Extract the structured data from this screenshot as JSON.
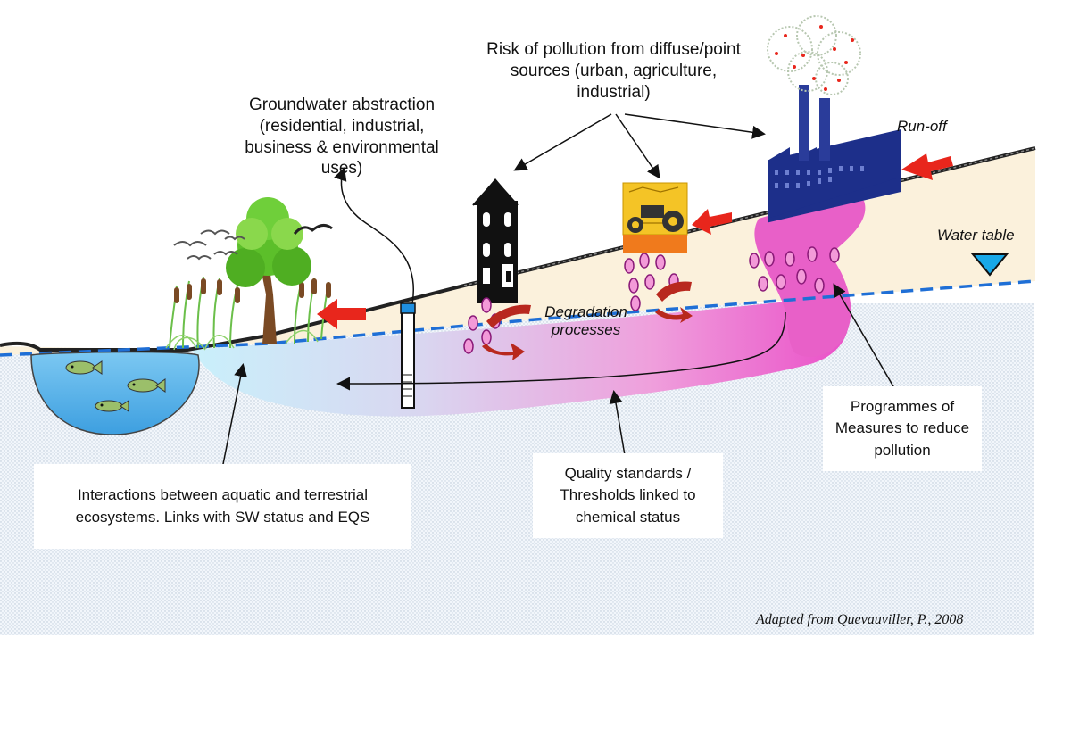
{
  "labels": {
    "risk_title": "Risk of pollution from diffuse/point sources (urban, agriculture, industrial)",
    "groundwater_abstraction": "Groundwater abstraction (residential, industrial, business & environmental uses)",
    "run_off": "Run-off",
    "water_table": "Water table",
    "degradation": "Degradation processes",
    "interactions_box": "Interactions between aquatic and terrestrial ecosystems. Links with SW status and EQS",
    "quality_box": "Quality standards / Thresholds linked to chemical status",
    "programmes_box": "Programmes of Measures to reduce pollution",
    "credit": "Adapted from Quevauviller, P., 2008"
  },
  "icons": {
    "birds": "birds-icon",
    "tree": "tree-icon",
    "reeds": "reeds-icon",
    "house": "house-icon",
    "tractor": "tractor-icon",
    "factory": "factory-icon",
    "well": "well-icon",
    "fish": "fish-icon",
    "water_table_marker": "water-table-triangle-icon"
  },
  "colors": {
    "groundwater": "#bfe8f5",
    "plume": "#e860c8",
    "arrow_red": "#e8261c",
    "water_table_line": "#1f6fd6",
    "soil": "#fbf1dc",
    "factory": "#1d2f8a"
  }
}
